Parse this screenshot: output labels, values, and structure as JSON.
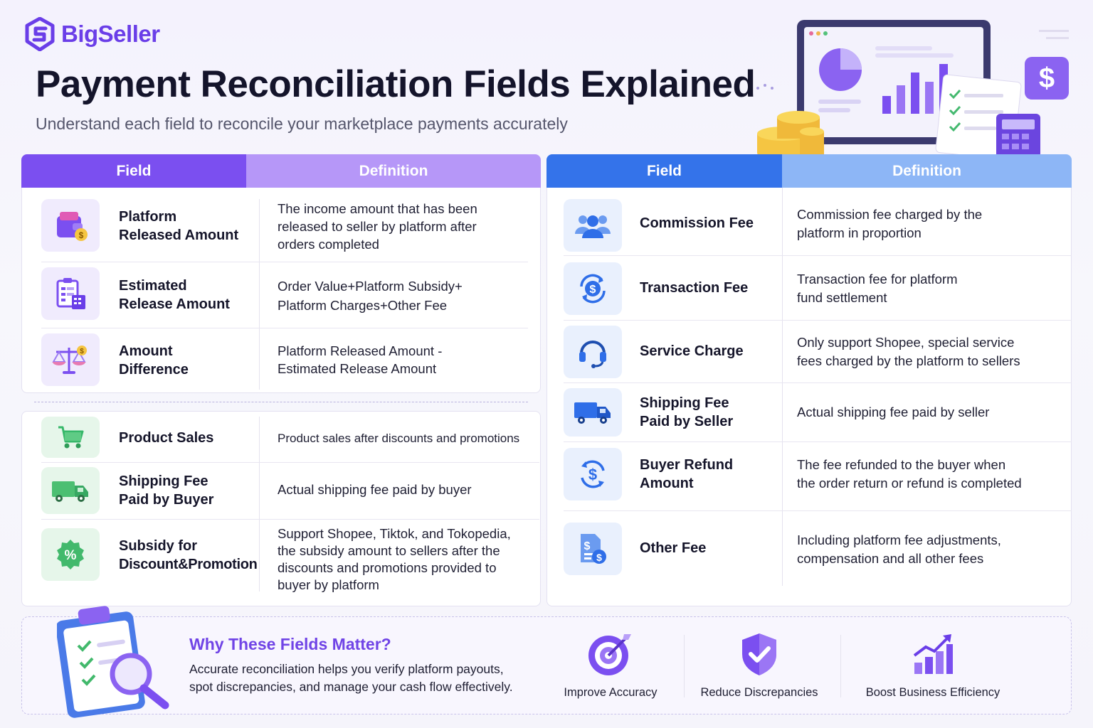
{
  "brand": {
    "name": "BigSeller"
  },
  "header": {
    "title": "Payment Reconciliation Fields Explained",
    "subtitle": "Understand each field to reconcile your marketplace payments accurately"
  },
  "left_table": {
    "col_field": "Field",
    "col_definition": "Definition",
    "rows": [
      {
        "icon": "wallet-icon",
        "field_line1": "Platform",
        "field_line2": "Released Amount",
        "def_line1": "The income amount that has been",
        "def_line2": "released to seller by platform after",
        "def_line3": "orders completed"
      },
      {
        "icon": "calculator-clipboard-icon",
        "field_line1": "Estimated",
        "field_line2": "Release Amount",
        "def_line1": "Order Value+Platform Subsidy+",
        "def_line2": "Platform Charges+Other Fee"
      },
      {
        "icon": "balance-scale-icon",
        "field_line1": "Amount",
        "field_line2": "Difference",
        "def_line1": "Platform Released Amount -",
        "def_line2": "Estimated Release Amount"
      }
    ],
    "rows2": [
      {
        "icon": "shopping-cart-icon",
        "field_line1": "Product Sales",
        "def_line1": "Product sales after discounts and promotions"
      },
      {
        "icon": "delivery-truck-icon",
        "field_line1": "Shipping Fee",
        "field_line2": "Paid by Buyer",
        "def_line1": "Actual shipping fee paid by buyer"
      },
      {
        "icon": "percent-badge-icon",
        "field_line1": "Subsidy for",
        "field_line2": "Discount&Promotion",
        "def_line1": "Support Shopee, Tiktok, and Tokopedia,",
        "def_line2": "the subsidy amount to sellers after the",
        "def_line3": "discounts and promotions provided to",
        "def_line4": "buyer by platform"
      }
    ]
  },
  "right_table": {
    "col_field": "Field",
    "col_definition": "Definition",
    "rows": [
      {
        "icon": "users-group-icon",
        "field_line1": "Commission Fee",
        "def_line1": "Commission fee charged by the",
        "def_line2": "platform in proportion"
      },
      {
        "icon": "dollar-cycle-icon",
        "field_line1": "Transaction Fee",
        "def_line1": "Transaction fee for platform",
        "def_line2": "fund settlement"
      },
      {
        "icon": "headset-icon",
        "field_line1": "Service Charge",
        "def_line1": "Only support Shopee, special service",
        "def_line2": "fees charged by the platform to sellers"
      },
      {
        "icon": "shipping-truck-icon",
        "field_line1": "Shipping Fee",
        "field_line2": "Paid by Seller",
        "def_line1": "Actual shipping fee paid by seller"
      },
      {
        "icon": "refund-dollar-icon",
        "field_line1": "Buyer Refund",
        "field_line2": "Amount",
        "def_line1": "The fee refunded to the buyer when",
        "def_line2": "the order return or refund is completed"
      },
      {
        "icon": "fee-document-icon",
        "field_line1": "Other Fee",
        "def_line1": "Including platform fee adjustments,",
        "def_line2": "compensation and all other fees"
      }
    ]
  },
  "footer": {
    "title": "Why These Fields Matter?",
    "text_line1": "Accurate reconciliation helps you verify platform payouts,",
    "text_line2": "spot discrepancies, and manage your cash flow effectively.",
    "benefits": [
      {
        "icon": "target-icon",
        "label": "Improve Accuracy"
      },
      {
        "icon": "shield-check-icon",
        "label": "Reduce Discrepancies"
      },
      {
        "icon": "growth-chart-icon",
        "label": "Boost Business Efficiency"
      }
    ]
  },
  "colors": {
    "purple": "#7b4ff0",
    "blue": "#2f6ee8",
    "green": "#37b86a",
    "text": "#15152a"
  }
}
